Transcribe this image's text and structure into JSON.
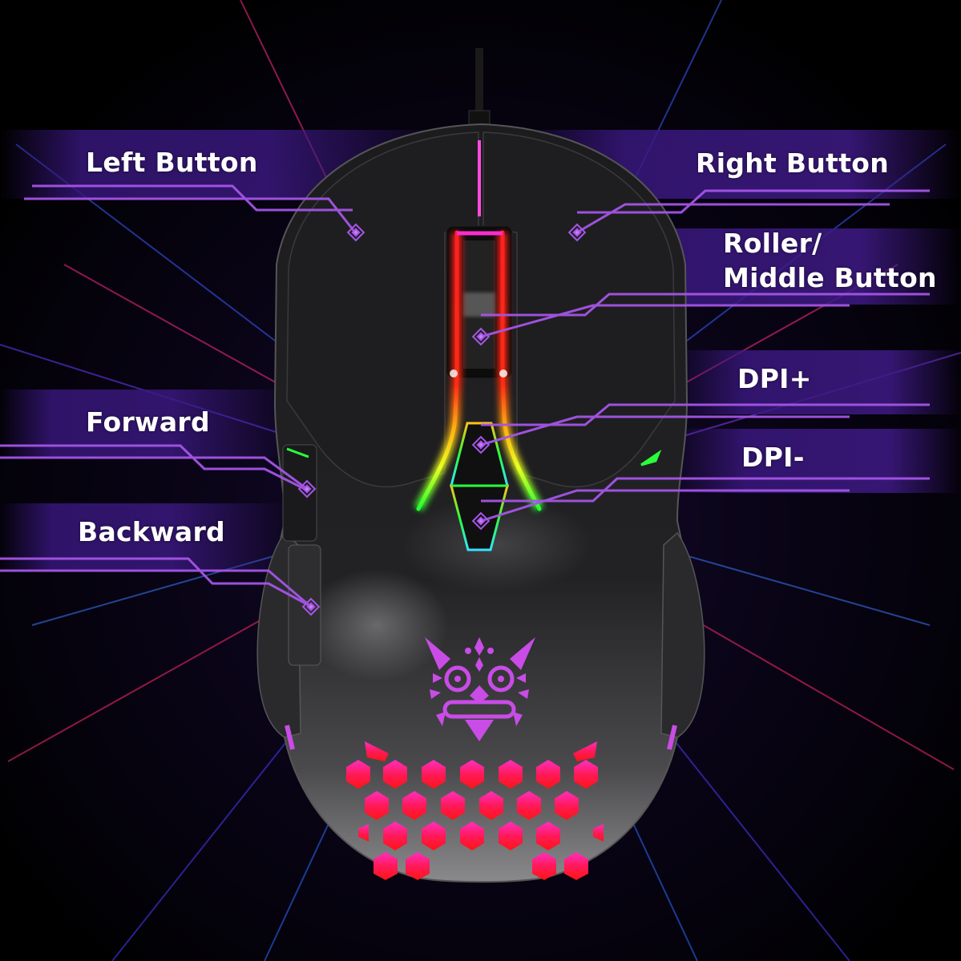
{
  "product": {
    "type": "gaming mouse",
    "colors": {
      "background": "#020206",
      "band": "#3c1982",
      "callout_line": "#a455e6",
      "accent_magenta": "#ff2bd0",
      "led_red": "#ff1a1a",
      "led_yellow": "#ffc21a",
      "led_green": "#2aff3a",
      "led_cyan": "#33e5ff",
      "logo_purple": "#c94ce6",
      "honeycomb_top": "#ff2fa8",
      "honeycomb_bottom": "#ff1a1a"
    },
    "logo_icon": "tribal-lion-mask-icon"
  },
  "callouts": {
    "left_button": "Left Button",
    "right_button": "Right Button",
    "roller_line1": "Roller/",
    "roller_line2": "Middle Button",
    "dpi_plus": "DPI+",
    "dpi_minus": "DPI-",
    "forward": "Forward",
    "backward": "Backward"
  }
}
